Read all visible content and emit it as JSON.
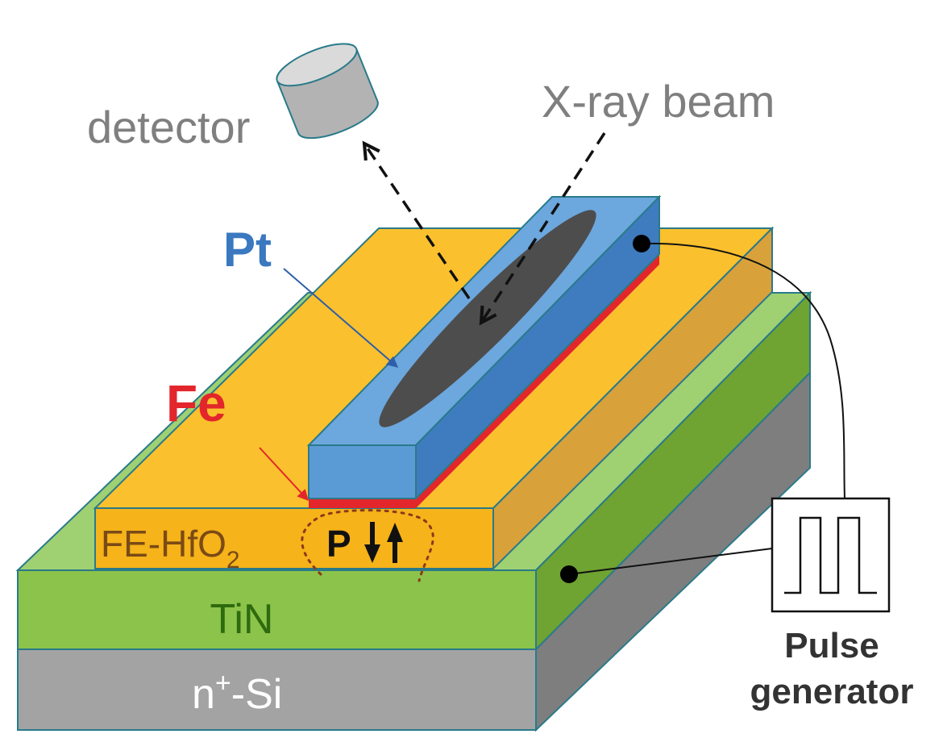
{
  "labels": {
    "detector": "detector",
    "xray_beam": "X-ray beam",
    "pt": "Pt",
    "fe": "Fe",
    "fe_hfo2_main": "FE-HfO",
    "fe_hfo2_sub": "2",
    "polarization": "P",
    "tin": "TiN",
    "nsi_n": "n",
    "nsi_plus": "+",
    "nsi_rest": "-Si",
    "pulse_line1": "Pulse",
    "pulse_line2": "generator"
  },
  "colors": {
    "si_front": "#a3a3a3",
    "si_side": "#7e7e7e",
    "tin_front": "#8cc34a",
    "tin_top": "#9fd072",
    "tin_side": "#6fa332",
    "hfo2_front": "#f6b31a",
    "hfo2_top": "#fbc02d",
    "hfo2_side": "#d9a13a",
    "pt_front": "#5b9bd5",
    "pt_top": "#6ca7de",
    "pt_side": "#3f7cbf",
    "fe": "#e2262b",
    "beam_spot": "#4d4d4d",
    "label_gray": "#7f7f7f",
    "label_blue": "#3a78c0",
    "label_red": "#e2262b",
    "label_green": "#2e6b0f",
    "label_brown": "#7a4a16",
    "outline": "#2a7a8a"
  },
  "icons": {
    "detector": "cylinder-detector-icon",
    "pulse": "square-pulse-icon"
  }
}
